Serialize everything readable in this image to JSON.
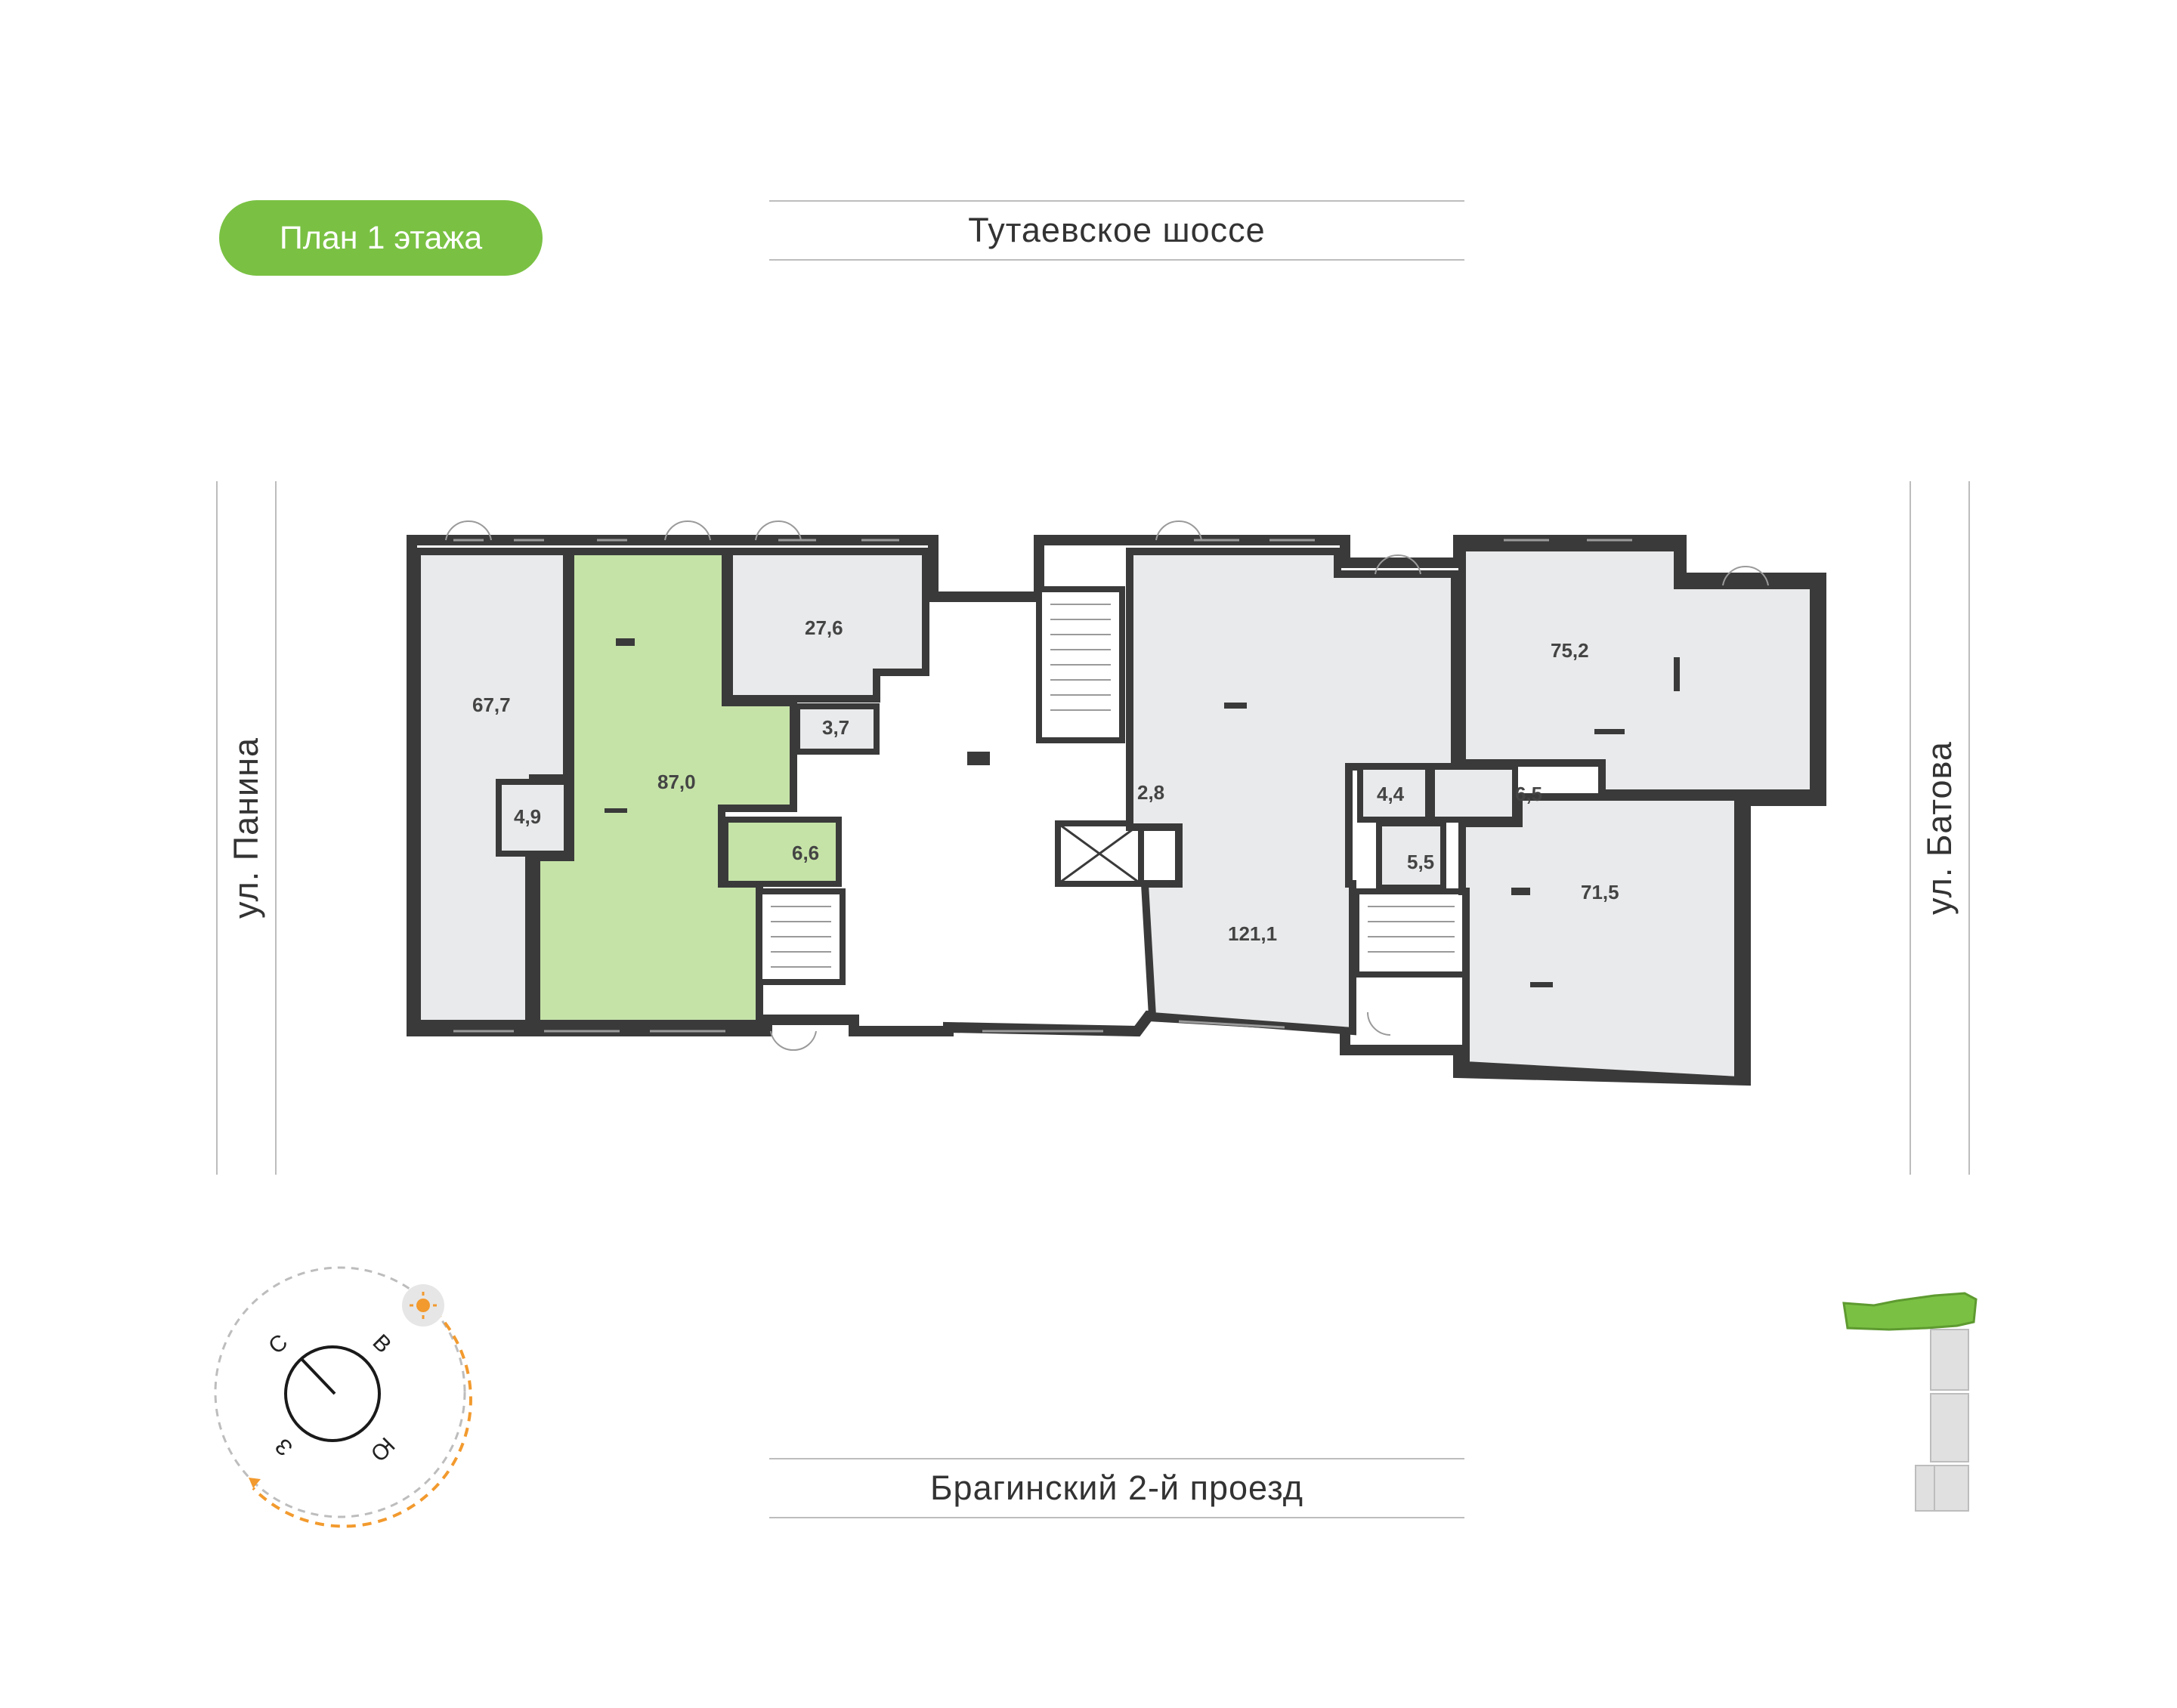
{
  "floor_plan": {
    "title": "План 1 этажа",
    "streets": {
      "top": "Тутаевское шоссе",
      "bottom": "Брагинский 2-й проезд",
      "left": "ул. Панина",
      "right": "ул. Батова"
    },
    "rooms": [
      {
        "id": "r67-7",
        "area": "67,7",
        "selected": false
      },
      {
        "id": "r87-0",
        "area": "87,0",
        "selected": true
      },
      {
        "id": "r27-6",
        "area": "27,6",
        "selected": false
      },
      {
        "id": "r3-7",
        "area": "3,7",
        "selected": false
      },
      {
        "id": "r4-9",
        "area": "4,9",
        "selected": false
      },
      {
        "id": "r6-6",
        "area": "6,6",
        "selected": true
      },
      {
        "id": "r2-8",
        "area": "2,8",
        "selected": false
      },
      {
        "id": "r121-1",
        "area": "121,1",
        "selected": false
      },
      {
        "id": "r4-4",
        "area": "4,4",
        "selected": false
      },
      {
        "id": "r6-5",
        "area": "6,5",
        "selected": false
      },
      {
        "id": "r5-5",
        "area": "5,5",
        "selected": false
      },
      {
        "id": "r75-2",
        "area": "75,2",
        "selected": false
      },
      {
        "id": "r71-5",
        "area": "71,5",
        "selected": false
      }
    ],
    "compass": {
      "north": "С",
      "east": "В",
      "south": "Ю",
      "west": "З"
    },
    "colors": {
      "accent": "#7ac143",
      "selected_fill": "#c5e3a7",
      "room_fill": "#e9eaeb",
      "wall": "#3a3a3a",
      "sun_path": "#f29a2e"
    }
  }
}
